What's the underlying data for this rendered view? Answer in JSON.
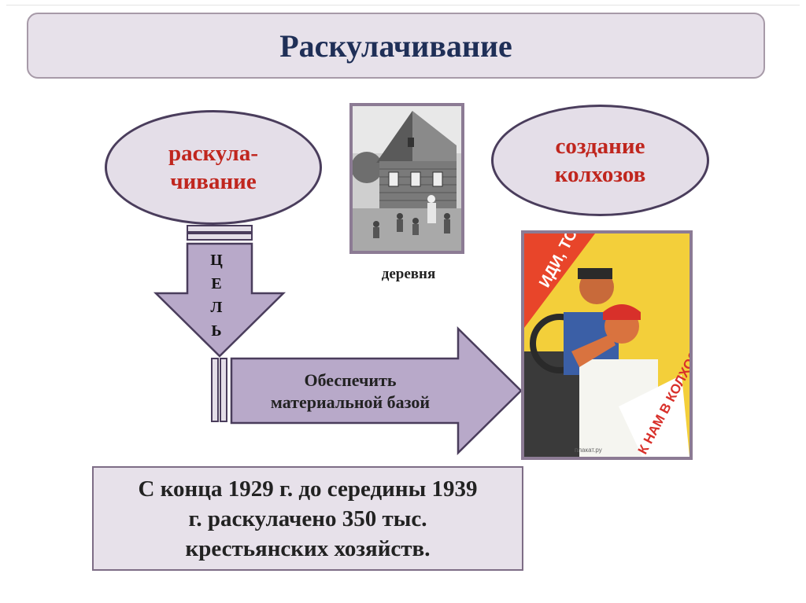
{
  "title": "Раскулачивание",
  "left_ellipse": {
    "line1": "раскула-",
    "line2": "чивание"
  },
  "right_ellipse": {
    "line1": "создание",
    "line2": "колхозов"
  },
  "photo_caption": "деревня",
  "goal_letters": [
    "Ц",
    "Е",
    "Л",
    "Ь"
  ],
  "arrow": {
    "line1": "Обеспечить",
    "line2": "материальной базой"
  },
  "statistic": {
    "line1": "С конца 1929 г. до середины 1939",
    "line2": "г. раскулачено 350 тыс.",
    "line3": "крестьянских хозяйств."
  },
  "poster": {
    "top_text": "ИДИ, ТОВАРИЩ,",
    "bottom_text": "К НАМ В КОЛХОЗ!",
    "signature": "плакат.ру"
  },
  "colors": {
    "title_text": "#1f2f57",
    "ellipse_text": "#c0261e",
    "shape_fill": "#e4dee8",
    "arrow_fill": "#b8a9c9",
    "border": "#4a3d5c"
  }
}
